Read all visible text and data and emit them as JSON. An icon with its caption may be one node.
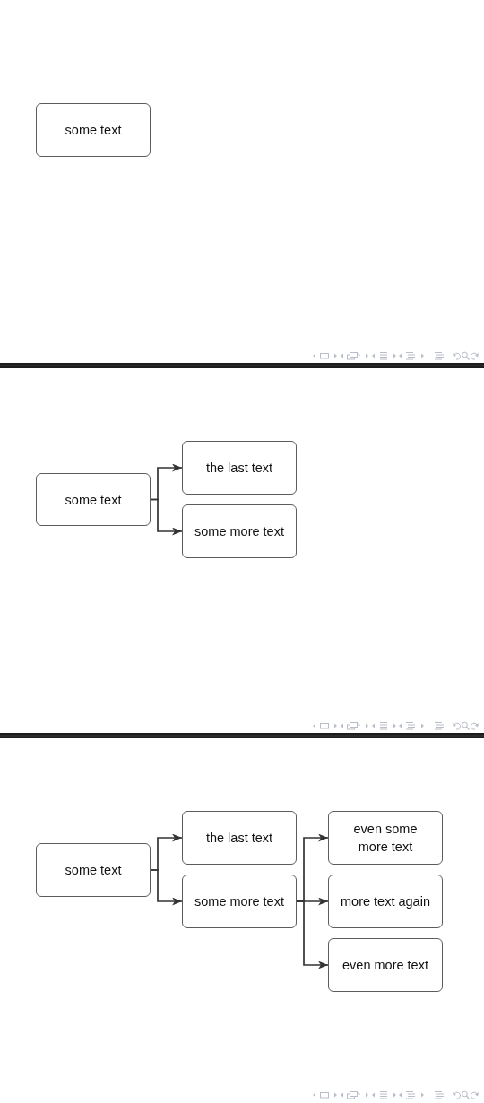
{
  "diagram": {
    "nodes": [
      {
        "text": [
          "some text"
        ]
      },
      {
        "text": [
          "some text"
        ]
      },
      {
        "text": [
          "the last text"
        ]
      },
      {
        "text": [
          "some more text"
        ]
      },
      {
        "text": [
          "some text"
        ]
      },
      {
        "text": [
          "the last text"
        ]
      },
      {
        "text": [
          "some more text"
        ]
      },
      {
        "text": [
          "even some more text"
        ]
      },
      {
        "text": [
          "more text again"
        ]
      },
      {
        "text": [
          "even more text"
        ]
      }
    ],
    "edges": [
      {
        "from": 1,
        "to": 2,
        "arrow": "to"
      },
      {
        "from": 1,
        "to": 3,
        "arrow": "to"
      },
      {
        "from": 4,
        "to": 5,
        "arrow": "to"
      },
      {
        "from": 4,
        "to": 6,
        "arrow": "to"
      },
      {
        "from": 6,
        "to": 7,
        "arrow": "to"
      },
      {
        "from": 6,
        "to": 8,
        "arrow": "to"
      },
      {
        "from": 6,
        "to": 9,
        "arrow": "to"
      }
    ]
  }
}
